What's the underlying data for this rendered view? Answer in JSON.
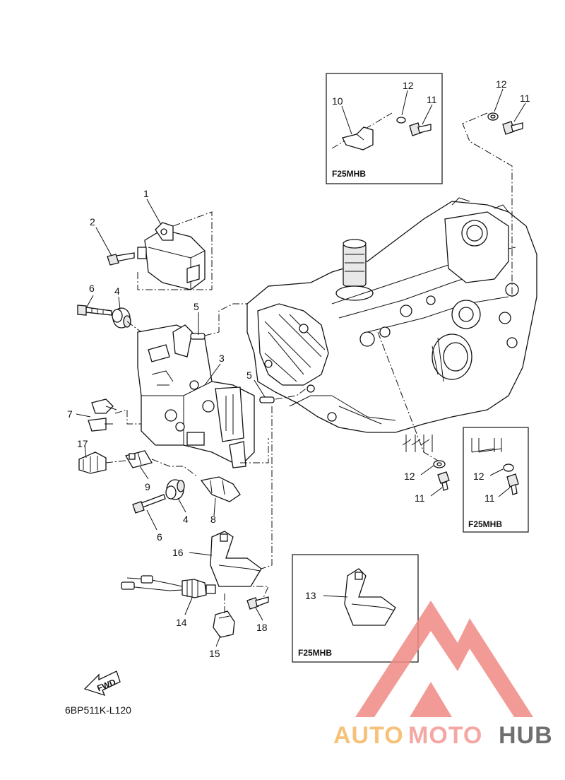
{
  "diagram": {
    "callouts": {
      "c1": "1",
      "c2": "2",
      "c3": "3",
      "c4a": "4",
      "c4b": "4",
      "c5a": "5",
      "c5b": "5",
      "c6a": "6",
      "c6b": "6",
      "c7": "7",
      "c8": "8",
      "c9": "9",
      "c10": "10",
      "c11a": "11",
      "c11b": "11",
      "c11c": "11",
      "c11d": "11",
      "c12a": "12",
      "c12b": "12",
      "c12c": "12",
      "c12d": "12",
      "c13": "13",
      "c14": "14",
      "c15": "15",
      "c16": "16",
      "c17": "17",
      "c18": "18"
    },
    "inset_labels": {
      "top": "F25MHB",
      "right": "F25MHB",
      "bottom": "F25MHB"
    },
    "fwd_label": "FWD",
    "figure_code": "6BP511K-L120"
  },
  "watermark": {
    "part1": "AUTO",
    "part2": "MOTO",
    "part3": "HUB",
    "color_auto": "#f6c27a",
    "color_moto": "#f4a7a3",
    "color_hub": "#6f6f6f",
    "logo_color": "#f08a84"
  }
}
